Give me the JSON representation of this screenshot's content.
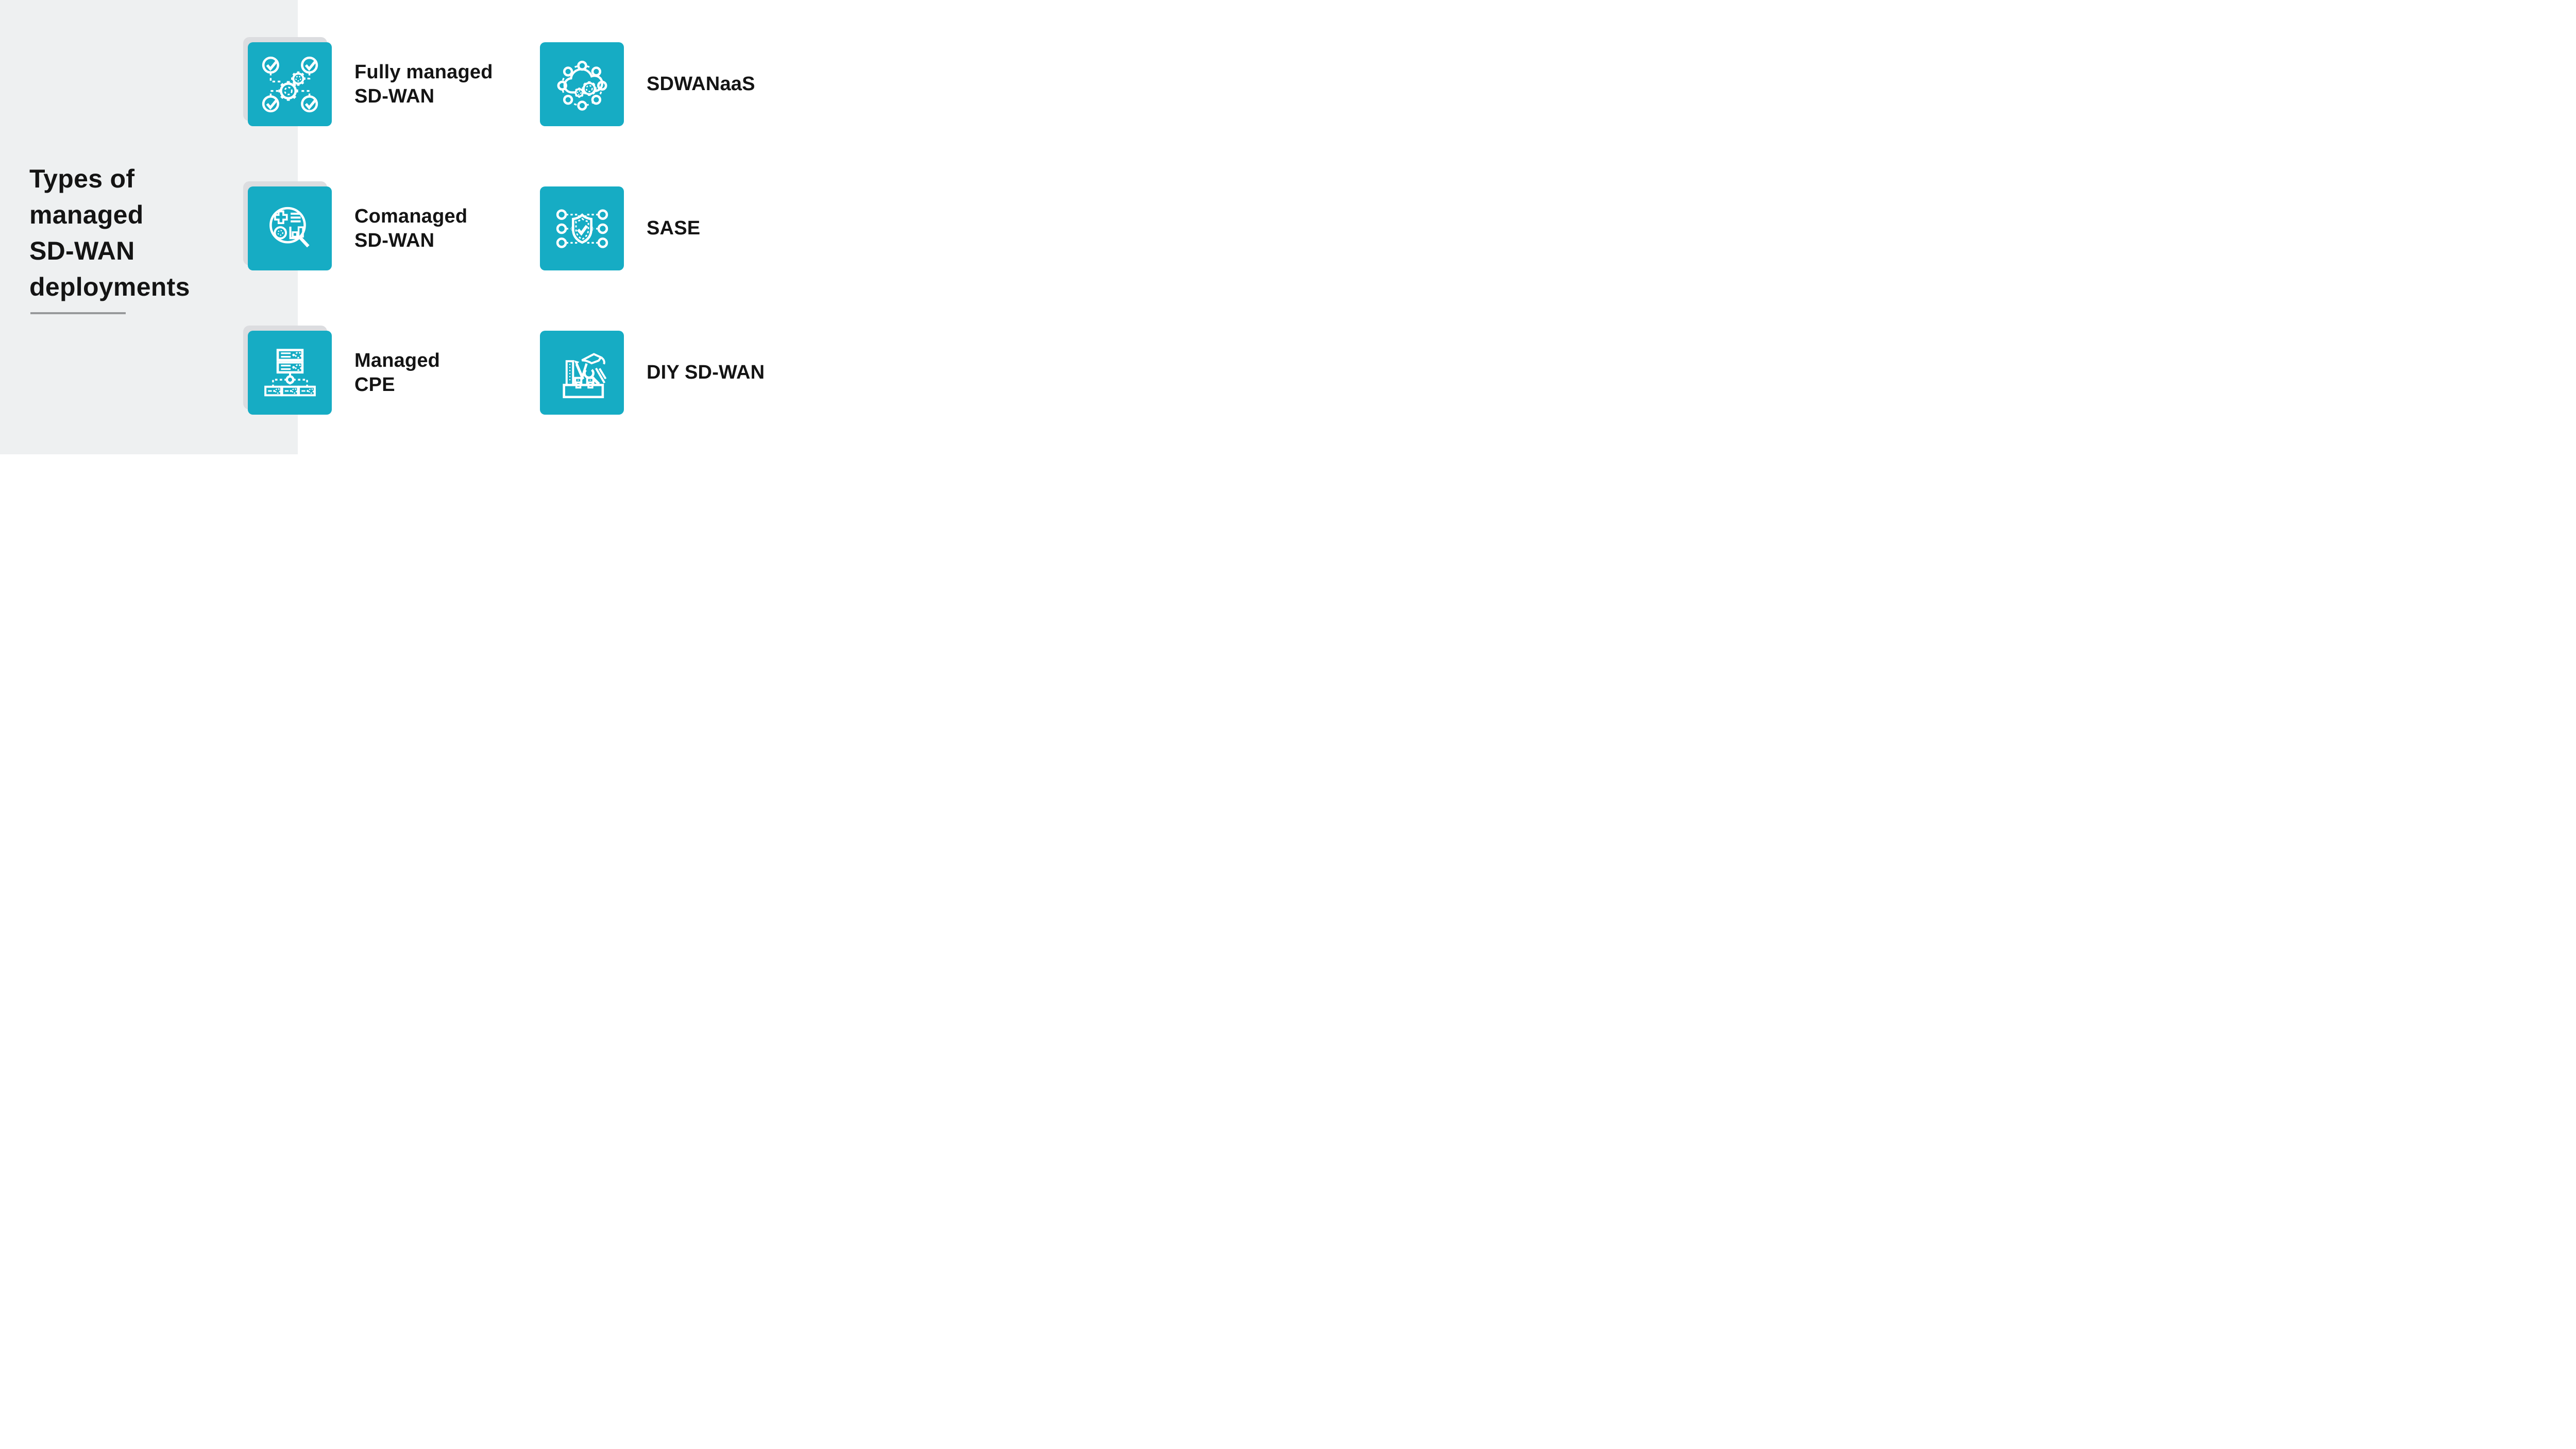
{
  "colors": {
    "background": "#ffffff",
    "panel": "#eef0f1",
    "teal": "#16acc4",
    "shadow": "#dcdde0",
    "underline": "#97999b",
    "text": "#141414",
    "icon-stroke": "#ffffff"
  },
  "sidebar": {
    "title": "Types of\nmanaged\nSD-WAN\ndeployments"
  },
  "items": [
    {
      "label": "Fully managed\nSD-WAN",
      "icon": "checkmarks-gears-icon"
    },
    {
      "label": "SDWANaaS",
      "icon": "cloud-gears-icon"
    },
    {
      "label": "Comanaged\nSD-WAN",
      "icon": "magnifier-analytics-icon"
    },
    {
      "label": "SASE",
      "icon": "shield-check-network-icon"
    },
    {
      "label": "Managed\nCPE",
      "icon": "server-network-icon"
    },
    {
      "label": "DIY SD-WAN",
      "icon": "toolbox-icon"
    }
  ]
}
